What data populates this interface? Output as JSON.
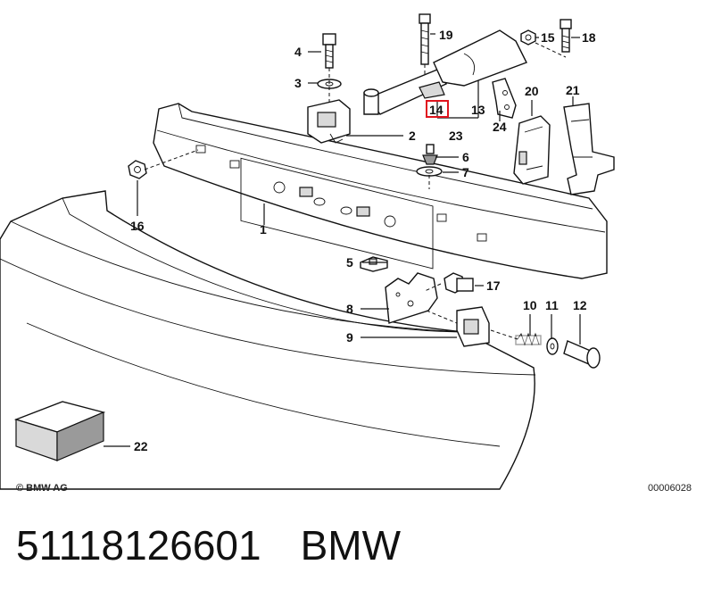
{
  "callouts": {
    "c1": "1",
    "c2": "2",
    "c3": "3",
    "c4": "4",
    "c5": "5",
    "c6": "6",
    "c7": "7",
    "c8": "8",
    "c9": "9",
    "c10": "10",
    "c11": "11",
    "c12": "12",
    "c13": "13",
    "c14": "14",
    "c15": "15",
    "c16": "16",
    "c17": "17",
    "c18": "18",
    "c19": "19",
    "c20": "20",
    "c21": "21",
    "c22": "22",
    "c23": "23",
    "c24": "24"
  },
  "highlighted_callout": "14",
  "highlight_color": "#e0141e",
  "copyright": "© BMW AG",
  "image_code": "00006028",
  "footer": {
    "part_number": "51118126601",
    "brand": "BMW"
  }
}
